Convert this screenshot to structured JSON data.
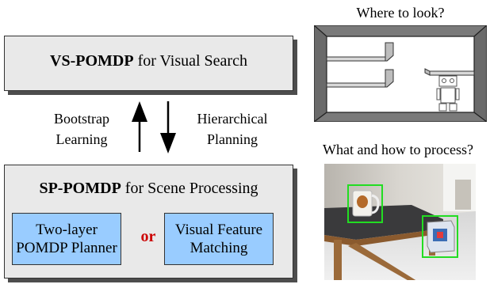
{
  "top_box": {
    "bold": "VS-POMDP",
    "rest": " for Visual Search"
  },
  "bottom_box": {
    "bold": "SP-POMDP",
    "rest": " for Scene Processing"
  },
  "left_options": {
    "planner_line1": "Two-layer",
    "planner_line2": "POMDP Planner",
    "or": "or",
    "matching_line1": "Visual Feature",
    "matching_line2": "Matching"
  },
  "arrows": {
    "up_line1": "Bootstrap",
    "up_line2": "Learning",
    "down_line1": "Hierarchical",
    "down_line2": "Planning"
  },
  "captions": {
    "where": "Where to look?",
    "what": "What and how to process?"
  },
  "colors": {
    "box_fill": "#e9e9e9",
    "inner_fill": "#99ccff",
    "or_text": "#cc0000",
    "detection_box": "#22dd22"
  }
}
